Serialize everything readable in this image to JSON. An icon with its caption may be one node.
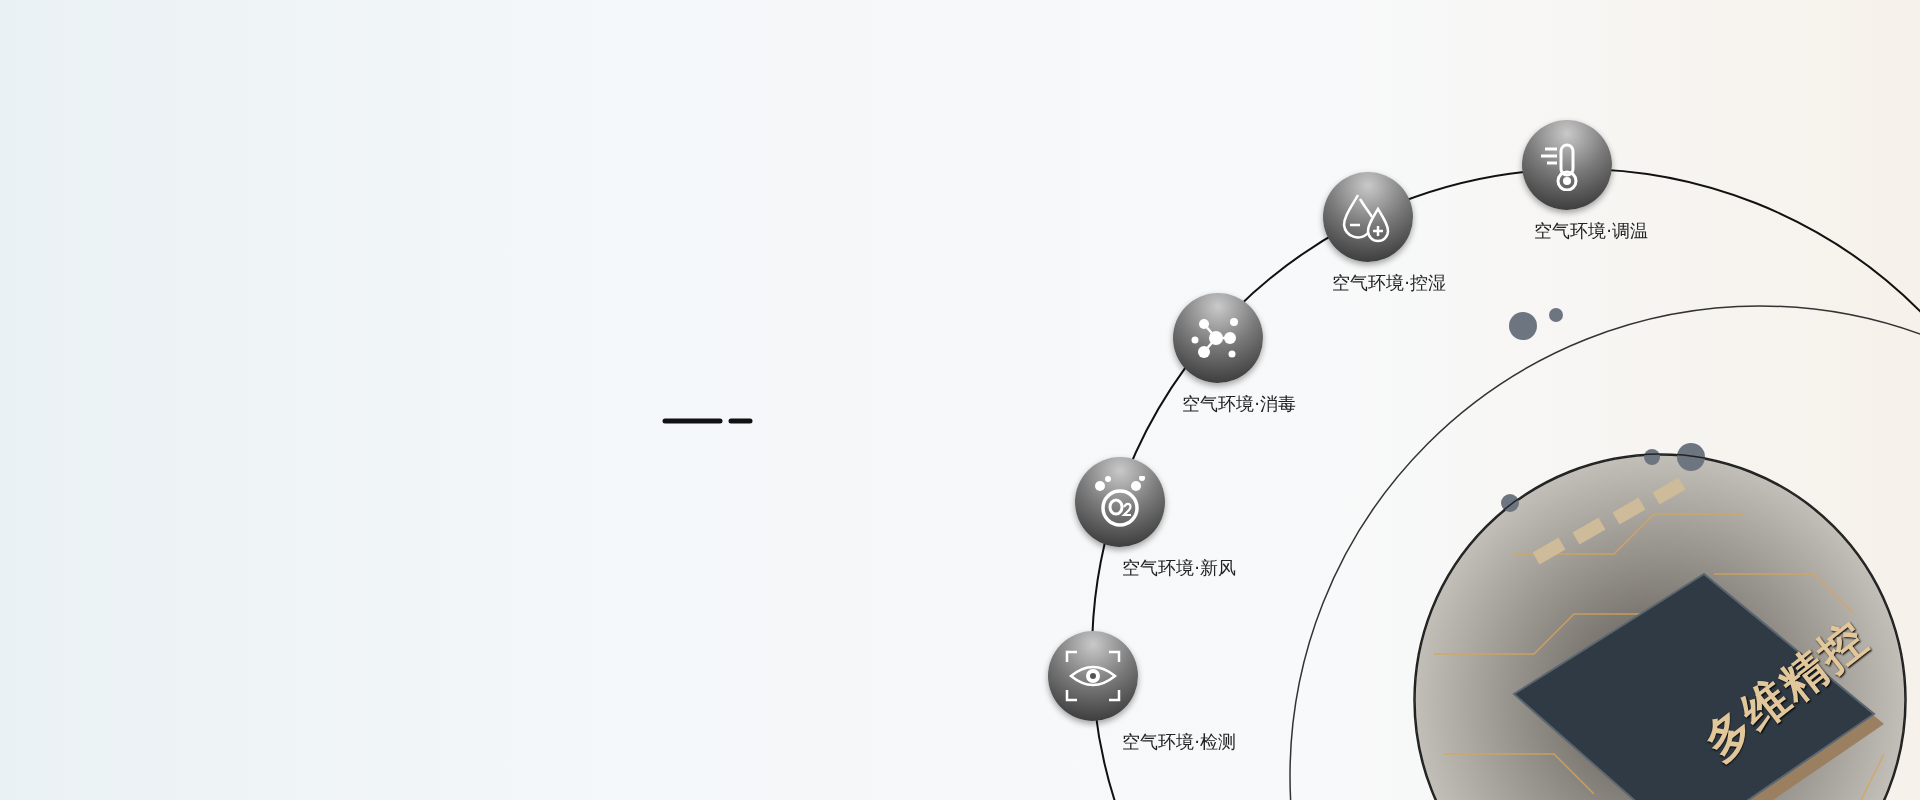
{
  "diagram": {
    "nodes": [
      {
        "text": [
          "空气环境·调温"
        ]
      },
      {
        "text": [
          "空气环境·控湿"
        ]
      },
      {
        "text": [
          "空气环境·消毒"
        ]
      },
      {
        "text": [
          "空气环境·新风"
        ]
      },
      {
        "text": [
          "空气环境·检测"
        ]
      }
    ],
    "labels": [
      "多维精控"
    ]
  }
}
